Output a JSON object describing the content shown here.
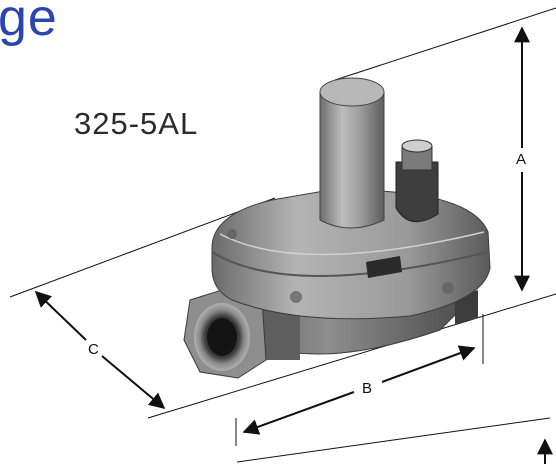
{
  "heading": "ge",
  "model": "325-5AL",
  "dimensions": {
    "a": "A",
    "b": "B",
    "c": "C"
  },
  "colors": {
    "heading": "#2a44b0",
    "line": "#111111",
    "body_metal": "#9c9c9c"
  }
}
